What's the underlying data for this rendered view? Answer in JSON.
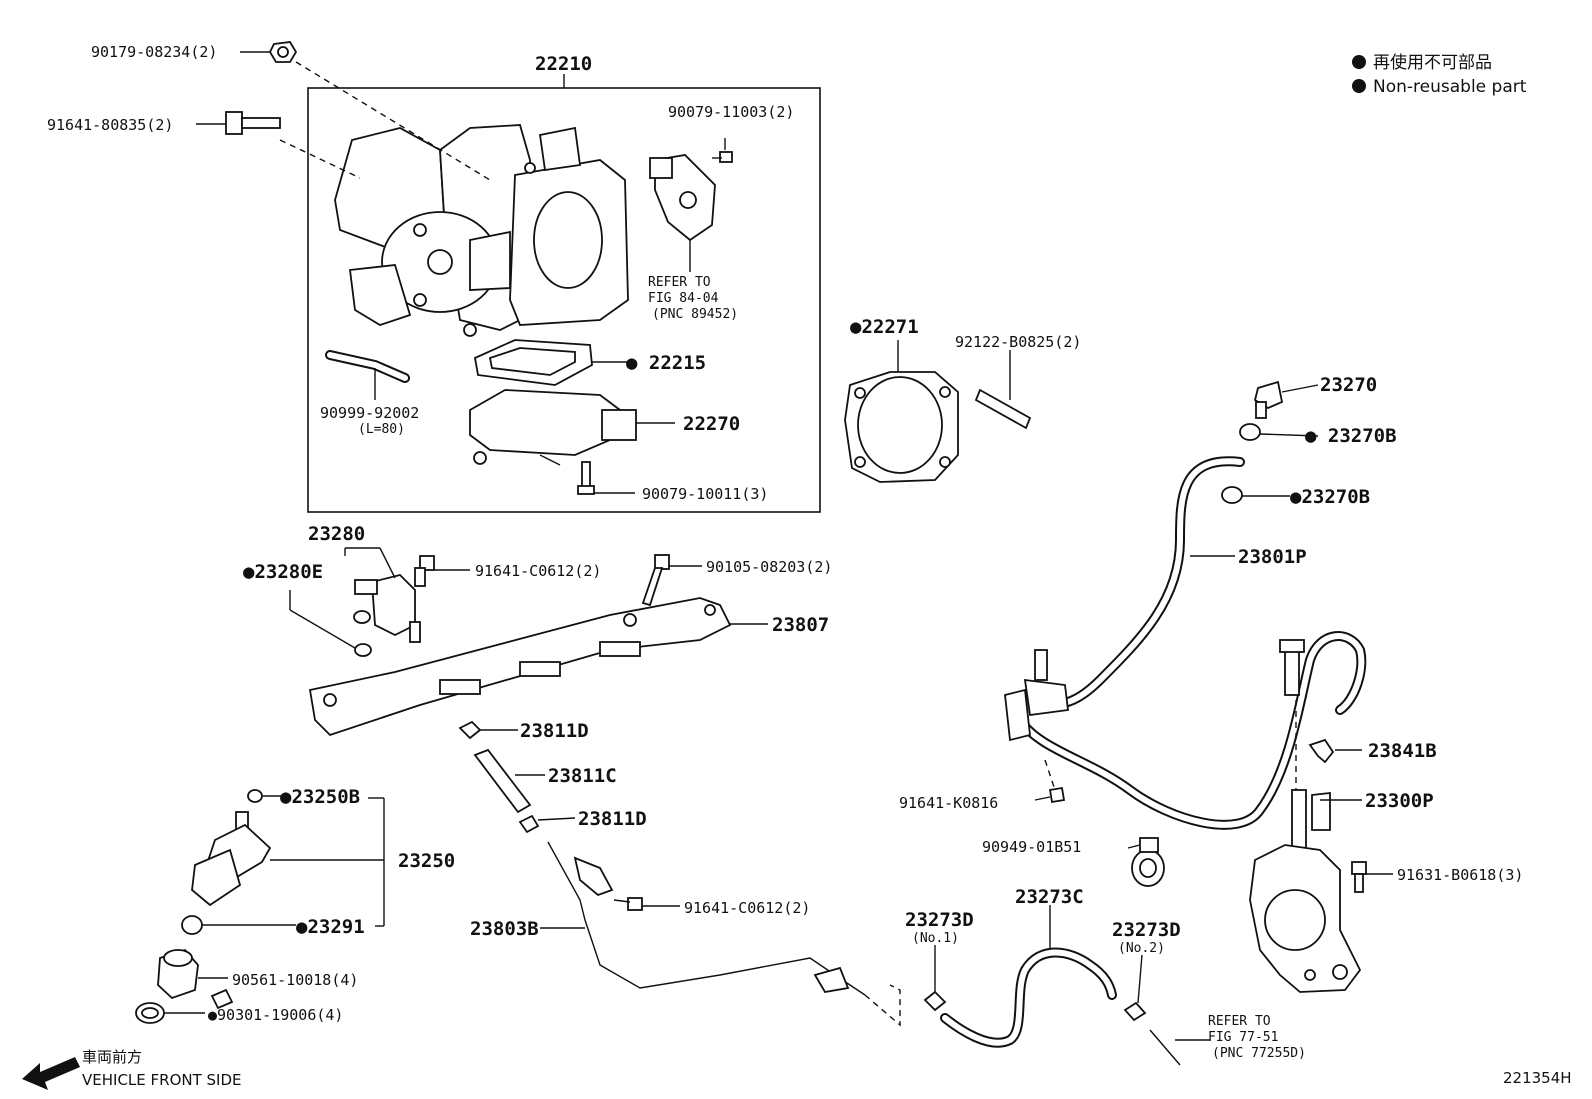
{
  "legend": {
    "ja": "再使用不可部品",
    "en": "Non-reusable part"
  },
  "front": {
    "ja": "車両前方",
    "en": "VEHICLE FRONT SIDE"
  },
  "figure_code": "221354H",
  "callouts": {
    "p90179": "90179-08234(2)",
    "p91641_80835": "91641-80835(2)",
    "p22210": "22210",
    "p90079_11003": "90079-11003(2)",
    "refer1_a": "REFER TO",
    "refer1_b": "FIG 84-04",
    "refer1_c": "(PNC 89452)",
    "p22271": "●22271",
    "p92122": "92122-B0825(2)",
    "p22215": "● 22215",
    "p90999": "90999-92002",
    "p90999_len": "(L=80)",
    "p22270": "22270",
    "p90079_10011": "90079-10011(3)",
    "p23270": "23270",
    "p23270B_1": "● 23270B",
    "p23270B_2": "●23270B",
    "p23801P": "23801P",
    "p23280": "23280",
    "p23280E": "●23280E",
    "p91641_C0612_a": "91641-C0612(2)",
    "p90105": "90105-08203(2)",
    "p23807": "23807",
    "p23811D_a": "23811D",
    "p23811C": "23811C",
    "p23811D_b": "23811D",
    "p23841B": "23841B",
    "p23300P": "23300P",
    "p91641_K0816": "91641-K0816",
    "p90949": "90949-01B51",
    "p91631": "91631-B0618(3)",
    "p23250B": "●23250B",
    "p23250": "23250",
    "p23291": "●23291",
    "p90561": "90561-10018(4)",
    "p90301": "●90301-19006(4)",
    "p91641_C0612_b": "91641-C0612(2)",
    "p23803B": "23803B",
    "p23273D_1": "23273D",
    "p23273D_1n": "(No.1)",
    "p23273C": "23273C",
    "p23273D_2": "23273D",
    "p23273D_2n": "(No.2)",
    "refer2_a": "REFER TO",
    "refer2_b": "FIG 77-51",
    "refer2_c": "(PNC 77255D)"
  }
}
